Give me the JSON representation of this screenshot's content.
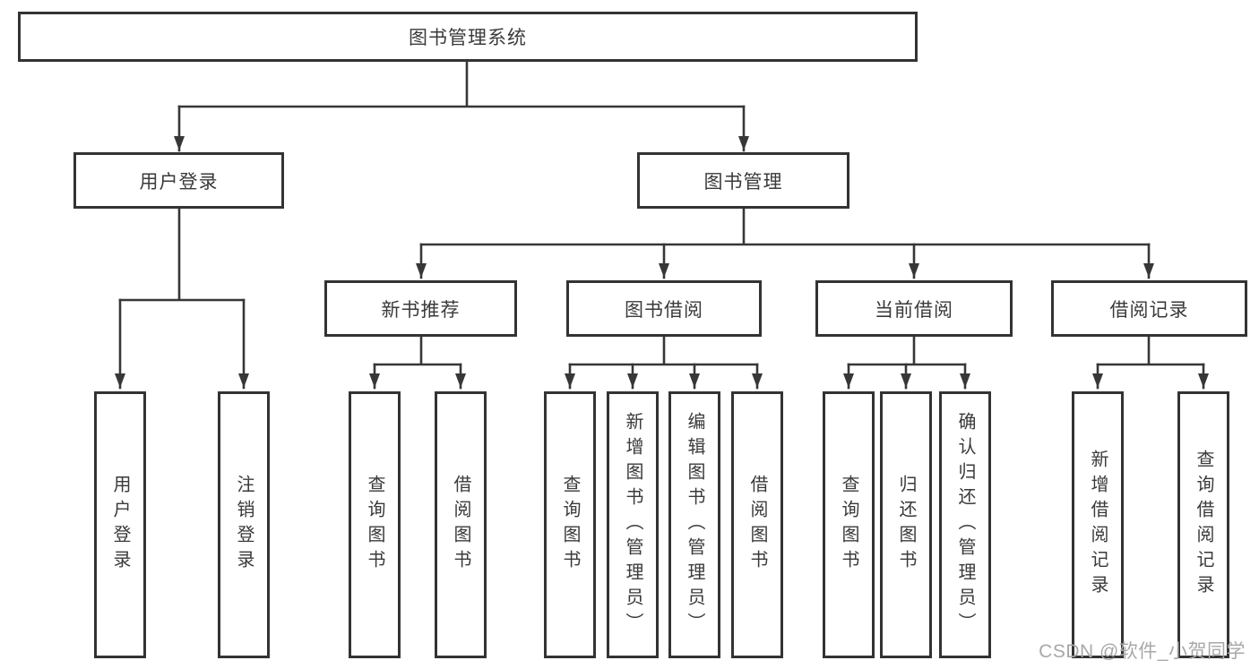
{
  "colors": {
    "line": "#373737",
    "box_border": "#333333",
    "text": "#3a3a3a",
    "watermark": "#a8a8a8",
    "background": "#ffffff"
  },
  "watermark": {
    "text": "CSDN @软件_小贺同学"
  },
  "tree": {
    "root": {
      "label": "图书管理系统"
    },
    "branches": [
      {
        "label": "用户登录",
        "children": [
          {
            "label": "用户登录"
          },
          {
            "label": "注销登录"
          }
        ]
      },
      {
        "label": "图书管理",
        "children": [
          {
            "label": "新书推荐",
            "children": [
              {
                "label": "查询图书"
              },
              {
                "label": "借阅图书"
              }
            ]
          },
          {
            "label": "图书借阅",
            "children": [
              {
                "label": "查询图书"
              },
              {
                "label": "新增图书（管理员）"
              },
              {
                "label": "编辑图书（管理员）"
              },
              {
                "label": "借阅图书"
              }
            ]
          },
          {
            "label": "当前借阅",
            "children": [
              {
                "label": "查询图书"
              },
              {
                "label": "归还图书"
              },
              {
                "label": "确认归还（管理员）"
              }
            ]
          },
          {
            "label": "借阅记录",
            "children": [
              {
                "label": "新增借阅记录"
              },
              {
                "label": "查询借阅记录"
              }
            ]
          }
        ]
      }
    ]
  }
}
